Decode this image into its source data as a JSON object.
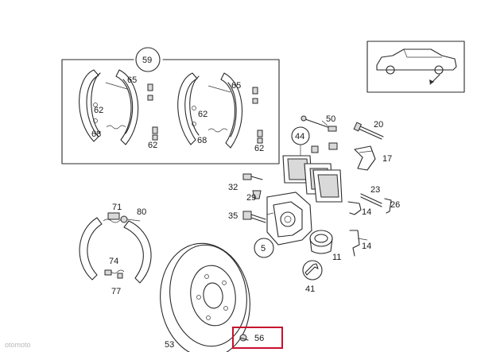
{
  "diagram": {
    "callouts": {
      "c59": "59",
      "c65a": "65",
      "c62a": "62",
      "c68a": "68",
      "c62b": "62",
      "c65b": "65",
      "c62c": "62",
      "c68b": "68",
      "c62d": "62",
      "c50": "50",
      "c20": "20",
      "c44": "44",
      "c17": "17",
      "c32": "32",
      "c29": "29",
      "c35": "35",
      "c23": "23",
      "c14a": "14",
      "c26": "26",
      "c5": "5",
      "c11": "11",
      "c14b": "14",
      "c41": "41",
      "c71": "71",
      "c80": "80",
      "c74": "74",
      "c77": "77",
      "c53": "53",
      "c56": "56"
    },
    "highlighted_part": "56",
    "highlight_color": "#c8102e"
  },
  "watermark": {
    "text": "otomoto"
  }
}
